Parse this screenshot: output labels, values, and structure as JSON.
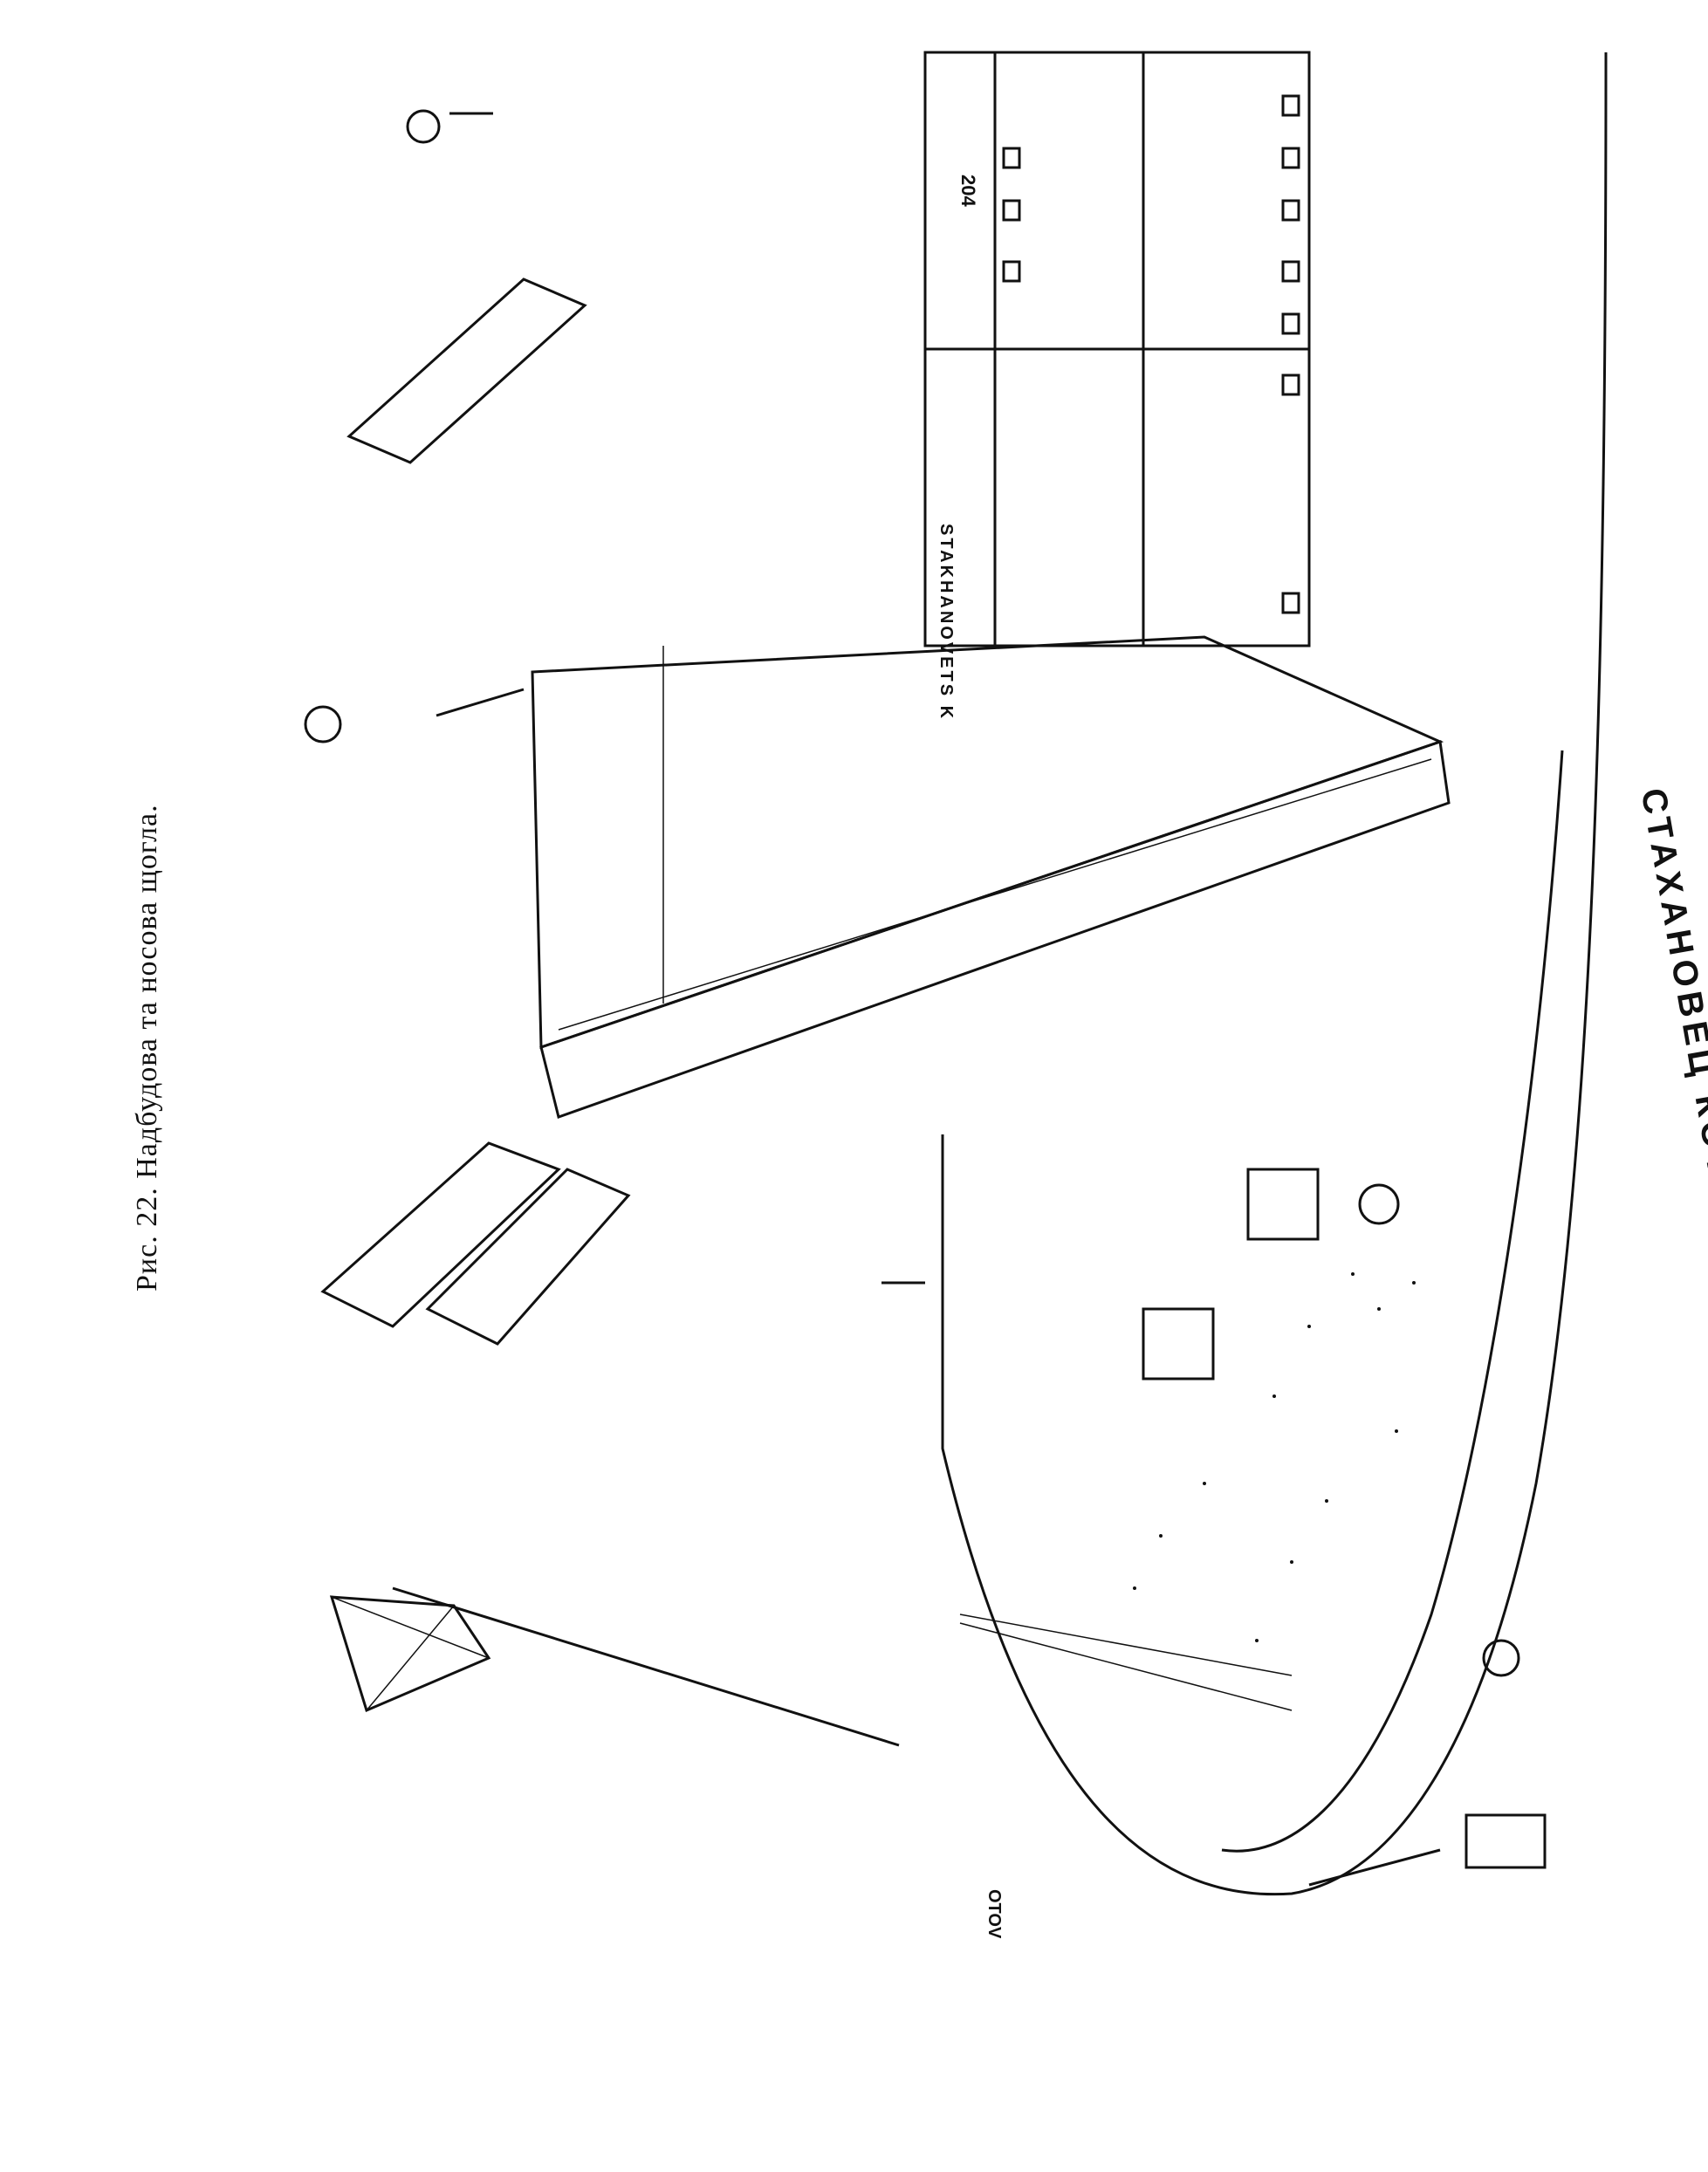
{
  "figure": {
    "caption": "Рис. 22. Надбудова та носова щогла.",
    "hull_text_bow": "СТАХАНОВЕЦ КОТОВ",
    "hull_text_superstructure": "STAKHANOVETS K",
    "hull_number": "204",
    "stern_text_fragment": "OTOV"
  }
}
